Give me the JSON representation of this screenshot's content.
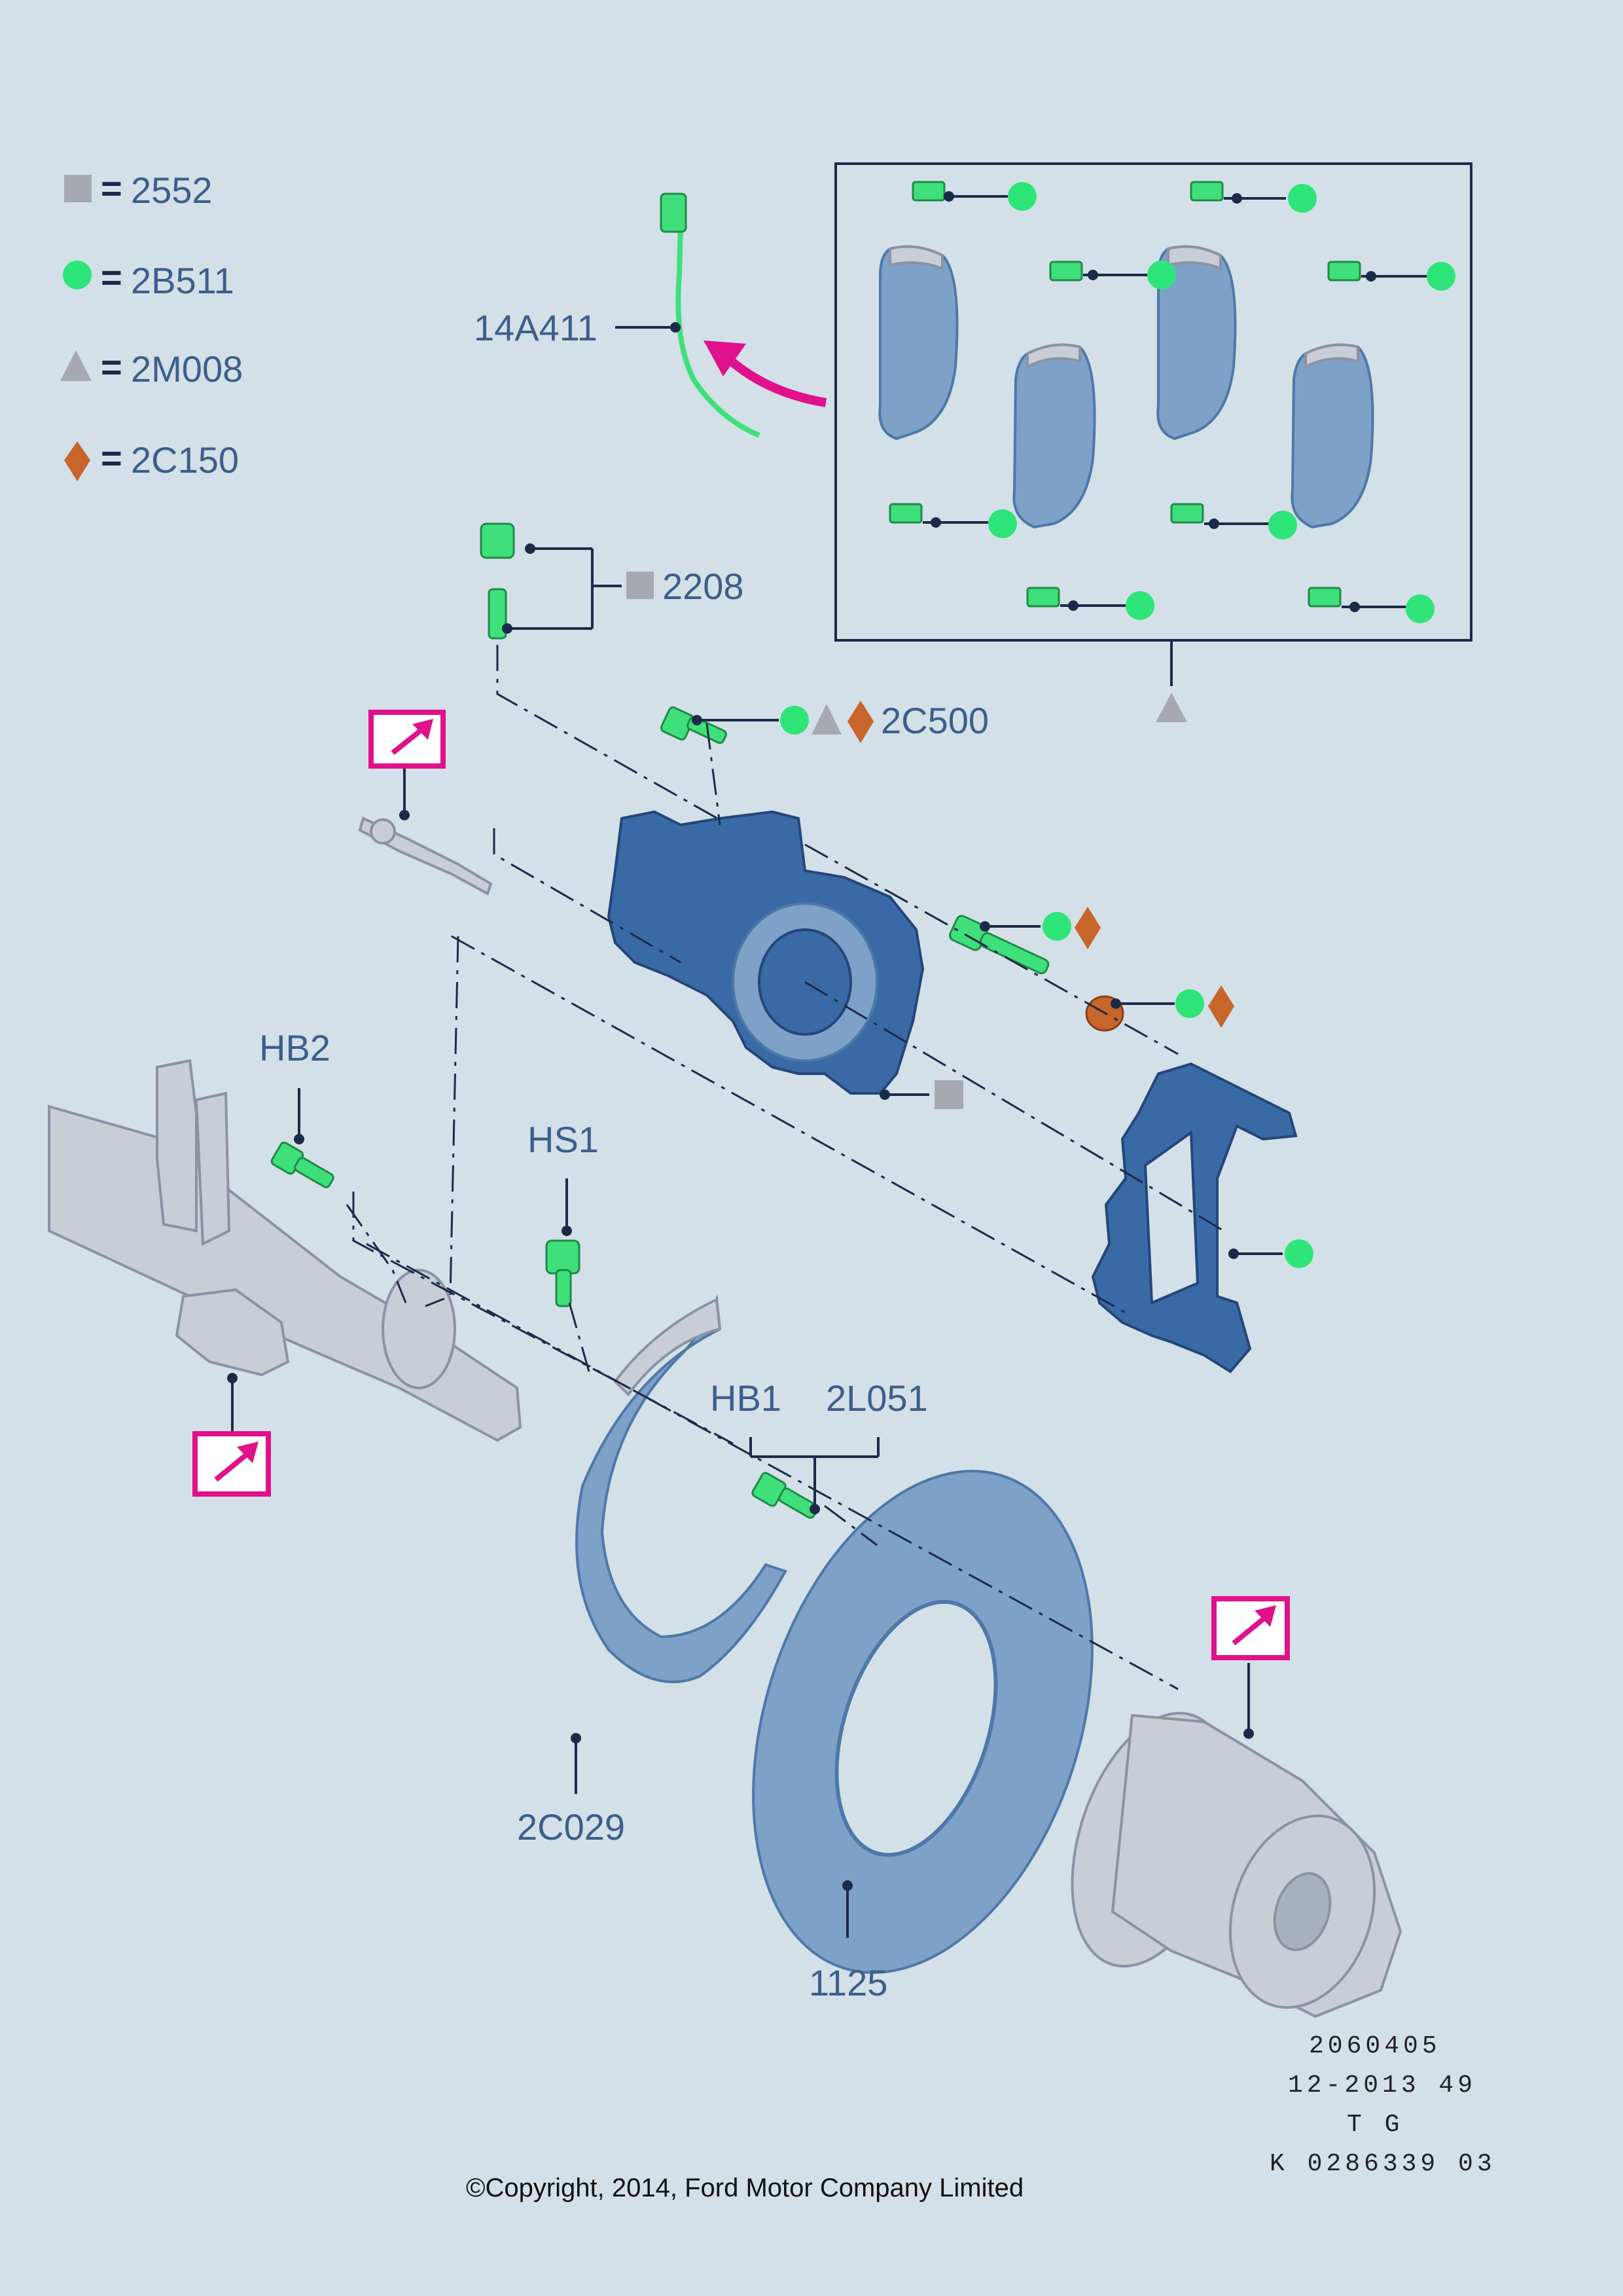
{
  "legend": [
    {
      "symbol": "square",
      "color": "#a7a9b1",
      "code": "2552"
    },
    {
      "symbol": "circle",
      "color": "#2ee57a",
      "code": "2B511"
    },
    {
      "symbol": "triangle",
      "color": "#a7a9b1",
      "code": "2M008"
    },
    {
      "symbol": "diamond",
      "color": "#c8652b",
      "code": "2C150"
    }
  ],
  "equals_sign": "=",
  "labels": {
    "sensor": "14A411",
    "bleed": "2208",
    "guide_bolt": "2C500",
    "hb2": "HB2",
    "hs1": "HS1",
    "hb1": "HB1",
    "bolt": "2L051",
    "shield": "2C029",
    "disc": "1125"
  },
  "reference": {
    "line1": "2060405",
    "line2": "12-2013 49",
    "line3": "T G",
    "line4": "K 0286339 03"
  },
  "copyright": "©Copyright, 2014, Ford Motor Company Limited",
  "colors": {
    "background": "#d3e0e7",
    "label_text": "#3d5e8c",
    "accent_magenta": "#e0118a",
    "part_blue": "#3a6aa6"
  }
}
